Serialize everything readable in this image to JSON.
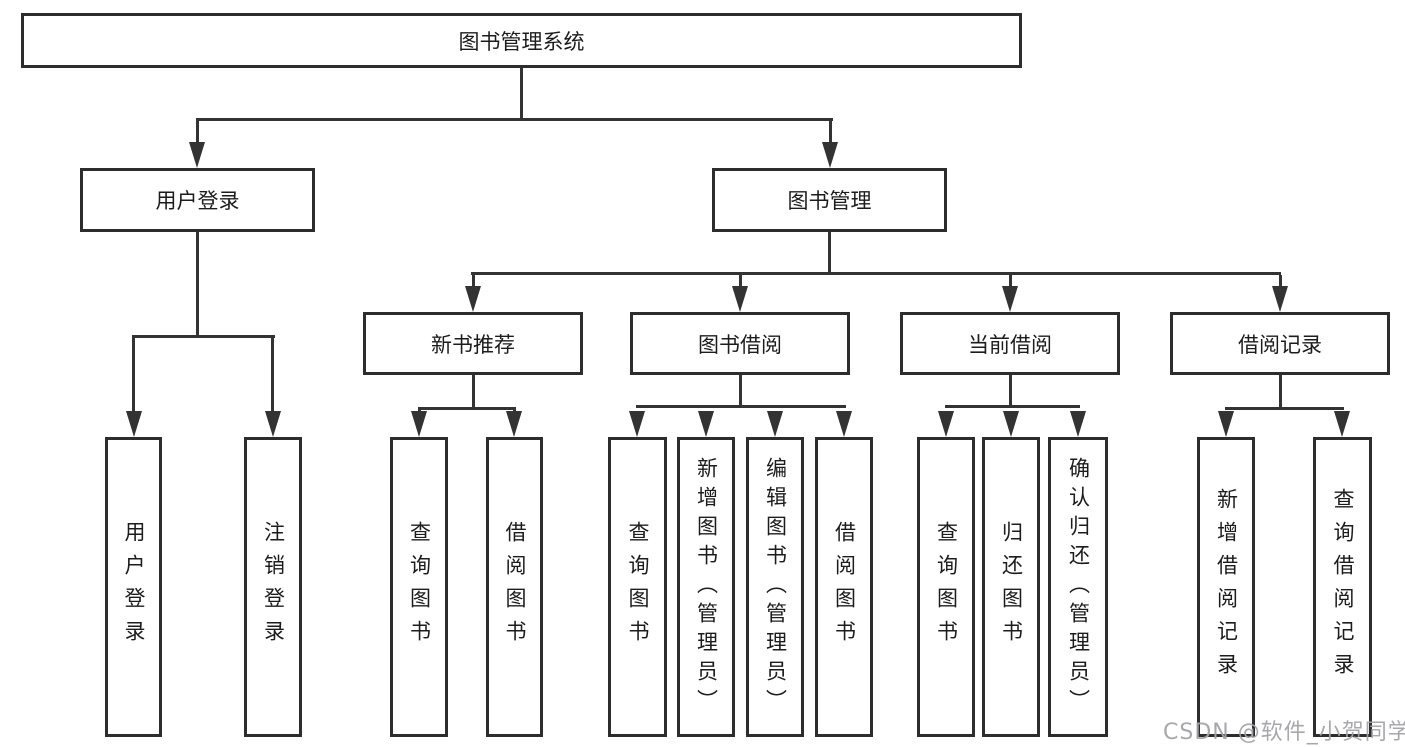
{
  "diagram": {
    "root": {
      "label": "图书管理系统"
    },
    "level2": [
      {
        "label": "用户登录",
        "children": [
          {
            "label": "用户登录"
          },
          {
            "label": "注销登录"
          }
        ]
      },
      {
        "label": "图书管理",
        "children": [
          {
            "label": "新书推荐",
            "children": [
              {
                "label": "查询图书"
              },
              {
                "label": "借阅图书"
              }
            ]
          },
          {
            "label": "图书借阅",
            "children": [
              {
                "label": "查询图书"
              },
              {
                "label": "新增图书（管理员）"
              },
              {
                "label": "编辑图书（管理员）"
              },
              {
                "label": "借阅图书"
              }
            ]
          },
          {
            "label": "当前借阅",
            "children": [
              {
                "label": "查询图书"
              },
              {
                "label": "归还图书"
              },
              {
                "label": "确认归还（管理员）"
              }
            ]
          },
          {
            "label": "借阅记录",
            "children": [
              {
                "label": "新增借阅记录"
              },
              {
                "label": "查询借阅记录"
              }
            ]
          }
        ]
      }
    ],
    "watermark": "CSDN @软件_小贺同学",
    "colors": {
      "background": "#ffffff",
      "line": "#333333",
      "box_border": "#2d2d2d",
      "text": "#1c1c1c",
      "watermark": "#a3a3a8"
    }
  }
}
